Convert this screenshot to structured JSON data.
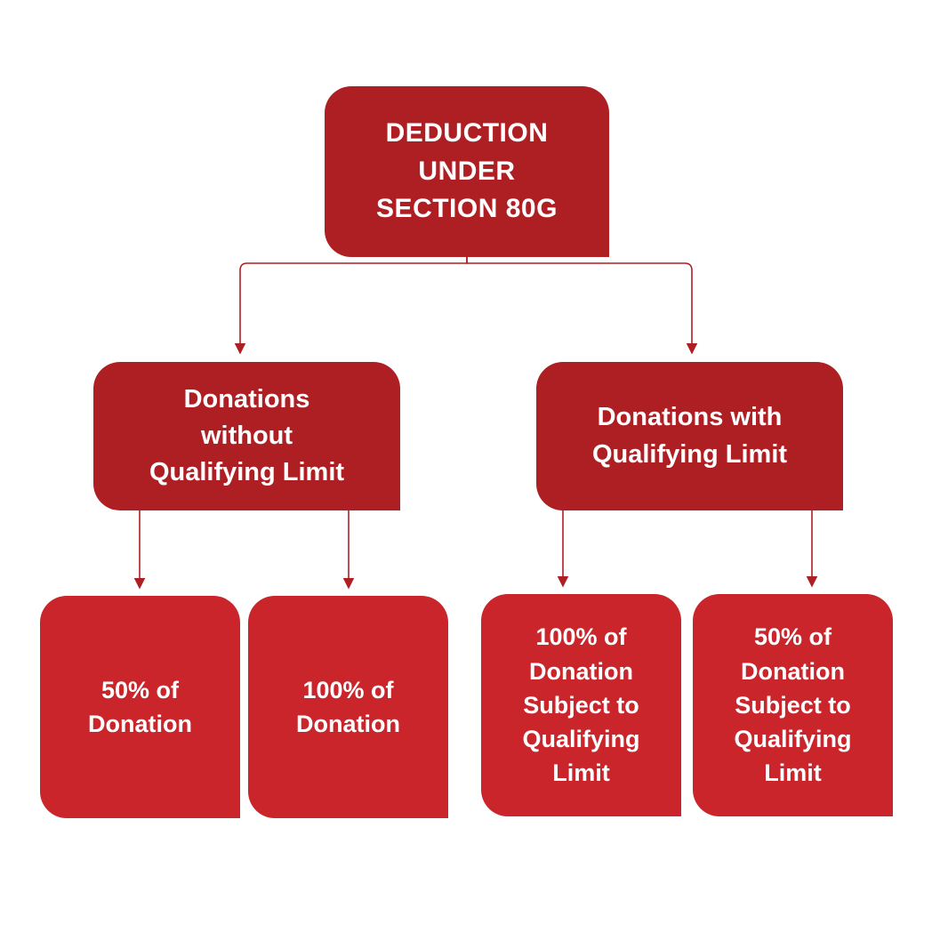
{
  "diagram": {
    "title": "Deduction under Section 80G flowchart",
    "type": "hierarchy-flowchart",
    "colors": {
      "dark_red": "#AE1F24",
      "bright_red": "#C9252B",
      "background": "#ffffff",
      "text": "#ffffff",
      "connector": "#AE1F24"
    },
    "nodes": {
      "root": {
        "label": "DEDUCTION\nUNDER\nSECTION 80G"
      },
      "left_branch": {
        "label": "Donations\nwithout\nQualifying Limit"
      },
      "right_branch": {
        "label": "Donations with\nQualifying Limit"
      },
      "leaf_1": {
        "label": "50% of\nDonation"
      },
      "leaf_2": {
        "label": "100% of\nDonation"
      },
      "leaf_3": {
        "label": "100% of\nDonation\nSubject to\nQualifying\nLimit"
      },
      "leaf_4": {
        "label": "50% of\nDonation\nSubject to\nQualifying\nLimit"
      }
    },
    "edges": [
      {
        "from": "root",
        "to": "left_branch"
      },
      {
        "from": "root",
        "to": "right_branch"
      },
      {
        "from": "left_branch",
        "to": "leaf_1"
      },
      {
        "from": "left_branch",
        "to": "leaf_2"
      },
      {
        "from": "right_branch",
        "to": "leaf_3"
      },
      {
        "from": "right_branch",
        "to": "leaf_4"
      }
    ]
  }
}
